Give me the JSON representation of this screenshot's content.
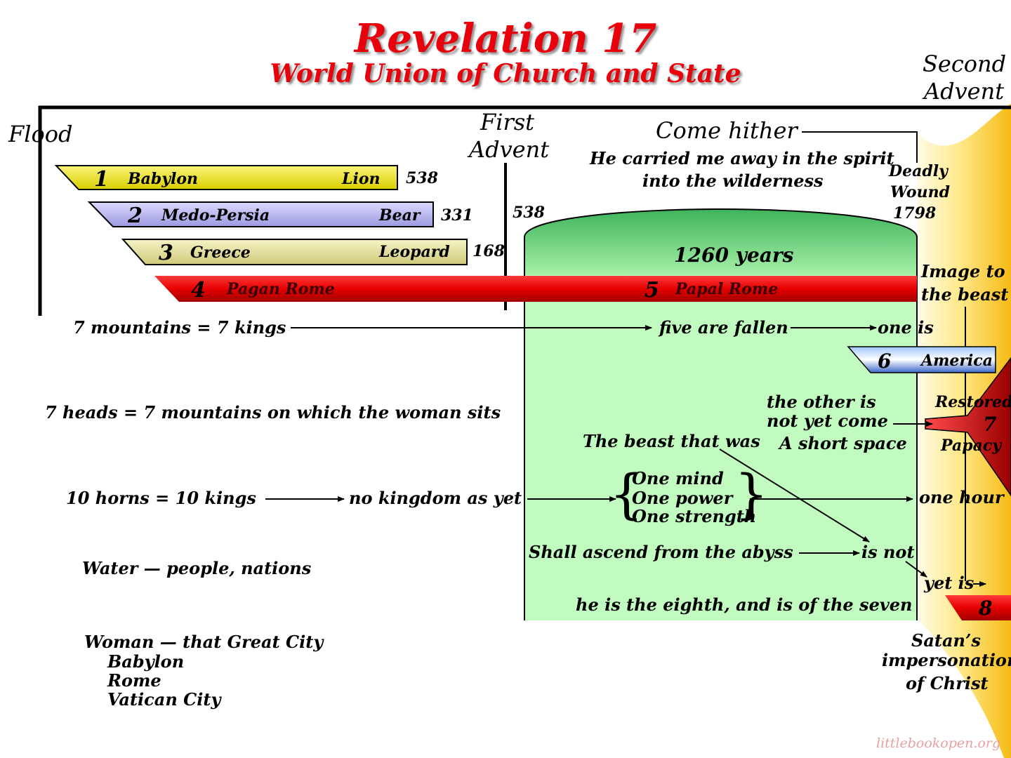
{
  "title": "Revelation 17",
  "subtitle": "World Union of Church and State",
  "watermark": "littlebookopen.org",
  "labels": {
    "flood": "Flood",
    "first_advent_1": "First",
    "first_advent_2": "Advent",
    "second_advent_1": "Second",
    "second_advent_2": "Advent",
    "come_hither": "Come hither",
    "carried_1": "He carried me away in the spirit",
    "carried_2": "into the wilderness",
    "deadly_1": "Deadly",
    "deadly_2": "Wound",
    "deadly_3": "1798",
    "year_538_left": "538",
    "years_1260": "1260 years",
    "image_1": "Image to",
    "image_2": "the beast",
    "mountains": "7 mountains = 7 kings",
    "five_fallen": "five are fallen",
    "one_is": "one is",
    "heads": "7 heads = 7 mountains on which the woman sits",
    "other_1": "the other is",
    "other_2": "not yet come",
    "short_space": "A short space",
    "beast_was": "The beast that was",
    "restored": "Restored",
    "papacy": "Papacy",
    "seven": "7",
    "horns": "10 horns = 10 kings",
    "no_kingdom": "no kingdom as yet",
    "one_mind": "One mind",
    "one_power": "One power",
    "one_strength": "One strength",
    "one_hour": "one hour",
    "abyss": "Shall ascend from the abyss",
    "is_not": "is not",
    "yet_is": "yet is",
    "eighth": "he is the eighth, and is of the seven",
    "eight": "8",
    "water": "Water — people, nations",
    "woman": "Woman — that Great City",
    "babylon_city": "Babylon",
    "rome_city": "Rome",
    "vatican": "Vatican City",
    "satan_1": "Satan’s",
    "satan_2": "impersonation",
    "satan_3": "of Christ",
    "america": "America",
    "six": "6"
  },
  "kingdoms": [
    {
      "num": "1",
      "name": "Babylon",
      "beast": "Lion",
      "year": "538",
      "color": "#f1ea12"
    },
    {
      "num": "2",
      "name": "Medo-Persia",
      "beast": "Bear",
      "year": "331",
      "color": "#b8b6ef"
    },
    {
      "num": "3",
      "name": "Greece",
      "beast": "Leopard",
      "year": "168",
      "color": "#e8e49c"
    },
    {
      "num": "4",
      "name": "Pagan Rome",
      "color": "#e60000"
    },
    {
      "num": "5",
      "name": "Papal Rome",
      "color": "#e60000"
    }
  ],
  "colors": {
    "title_red": "#e8000b",
    "wilderness_light": "#c1fbbf",
    "wilderness_dark": "#4fc86a",
    "advent_gold": "#f7c423"
  }
}
